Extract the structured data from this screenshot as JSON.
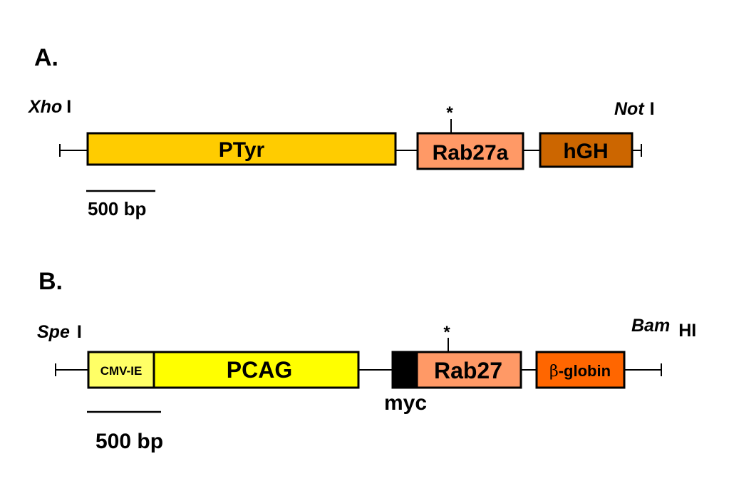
{
  "panel_a": {
    "label": "A.",
    "left_site": {
      "italic": "Xho",
      "suffix": "I"
    },
    "right_site": {
      "italic": "Not",
      "suffix": "I"
    },
    "mutation_marker": "*",
    "boxes": [
      {
        "id": "ptyr",
        "label": "PTyr",
        "color": "#FFCC00"
      },
      {
        "id": "rab27a",
        "label": "Rab27a",
        "color": "#FF9966"
      },
      {
        "id": "hgh",
        "label": "hGH",
        "color": "#CC6600"
      }
    ],
    "scale_label": "500 bp"
  },
  "panel_b": {
    "label": "B.",
    "left_site": {
      "italic": "Spe",
      "suffix": "I"
    },
    "right_site": {
      "italic": "Bam",
      "suffix": "HI"
    },
    "mutation_marker": "*",
    "boxes": [
      {
        "id": "cmv-ie",
        "label": "CMV-IE",
        "color": "#FFFF66"
      },
      {
        "id": "pcag",
        "label": "PCAG",
        "color": "#FFFF00"
      },
      {
        "id": "myc",
        "label": "myc",
        "color": "#000000"
      },
      {
        "id": "rab27",
        "label": "Rab27",
        "color": "#FF9966"
      },
      {
        "id": "beta-globin",
        "label_symbol": "β",
        "label_rest": "-globin",
        "color": "#FF6600"
      }
    ],
    "scale_label": "500 bp"
  }
}
